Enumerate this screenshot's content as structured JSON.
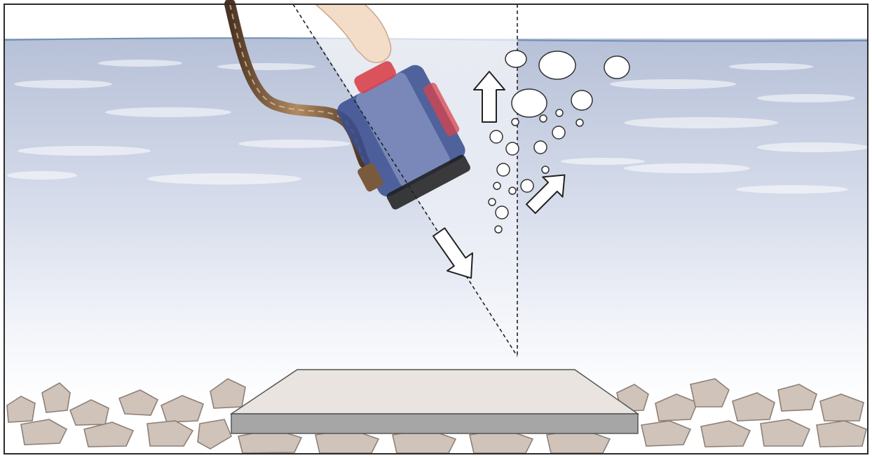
{
  "figure": {
    "subject": "submersible-pump-lowered-into-water",
    "elements": [
      "water-surface",
      "hose",
      "hand",
      "pump",
      "air-bubbles",
      "tilt-guide-line",
      "vertical-guide-line",
      "direction-arrows",
      "concrete-slab",
      "rock-bed"
    ]
  },
  "colors": {
    "frame_border": "#2b2b2b",
    "water_top": "#b9c3d9",
    "water_mid": "#dde2ee",
    "water_bottom": "#ffffff",
    "surface_line": "#6f8fb4",
    "hose": "#7a5a3c",
    "pump_body": "#3b4f8f",
    "pump_accent": "#d8434b",
    "slab_top": "#e9e4df",
    "slab_side": "#a6a6a6",
    "rock_fill": "#cfc3ba",
    "rock_stroke": "#8e8077"
  },
  "icons": [
    "arrow-up-icon",
    "arrow-up-right-icon",
    "arrow-down-right-icon"
  ]
}
